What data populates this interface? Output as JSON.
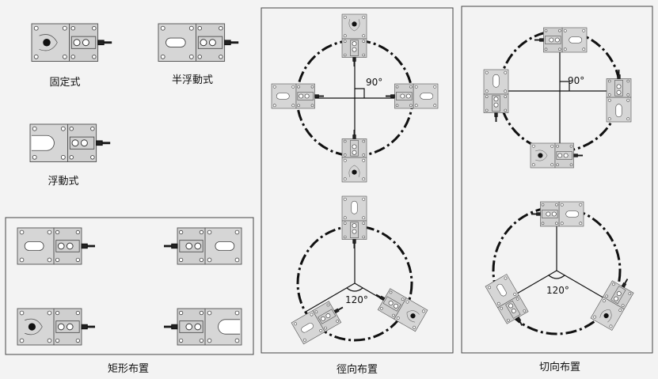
{
  "labels": {
    "fixed": "固定式",
    "semi_floating": "半浮動式",
    "floating": "浮動式",
    "rectangular_layout": "矩形布置",
    "radial_layout": "徑向布置",
    "tangential_layout": "切向布置",
    "angle_90_radial": "90°",
    "angle_90_tangential": "90°",
    "angle_120_radial": "120°",
    "angle_120_tangential": "120°"
  },
  "colors": {
    "plate": "#d6d6d6",
    "block": "#cfcfcf",
    "line": "#111111",
    "background": "#f3f3f3"
  },
  "icons": [
    "load-cell-module-icon",
    "mounting-hole-icon",
    "bolt-icon",
    "cable-icon",
    "dash-dot-circle"
  ]
}
